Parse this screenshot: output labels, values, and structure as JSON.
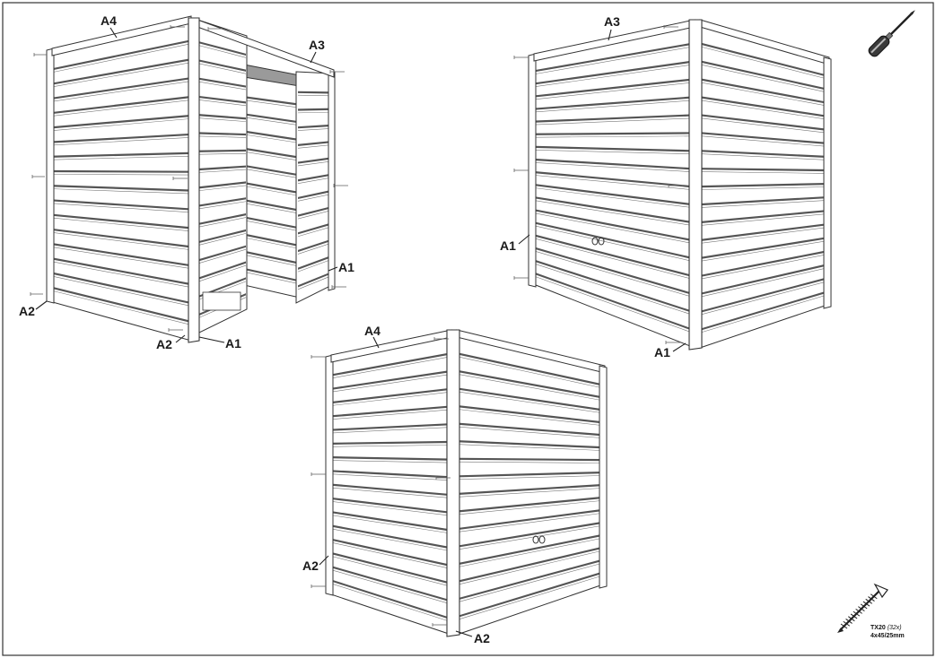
{
  "labels": {
    "d1_a4": "A4",
    "d1_a3": "A3",
    "d1_a1_right": "A1",
    "d1_a2_left": "A2",
    "d1_a2_bottom": "A2",
    "d1_a1_bottom": "A1",
    "d2_a3": "A3",
    "d2_a1_left": "A1",
    "d2_a1_bottom": "A1",
    "d3_a4": "A4",
    "d3_a2_left": "A2",
    "d3_a2_bottom": "A2"
  },
  "tool": {
    "icon": "screwdriver-icon"
  },
  "screw": {
    "icon": "screw-icon",
    "drive": "TX20",
    "qty": "(32x)",
    "size": "4x45/25mm"
  },
  "colors": {
    "line": "#333333",
    "slat_fill": "#ffffff",
    "gap": "#555555"
  }
}
